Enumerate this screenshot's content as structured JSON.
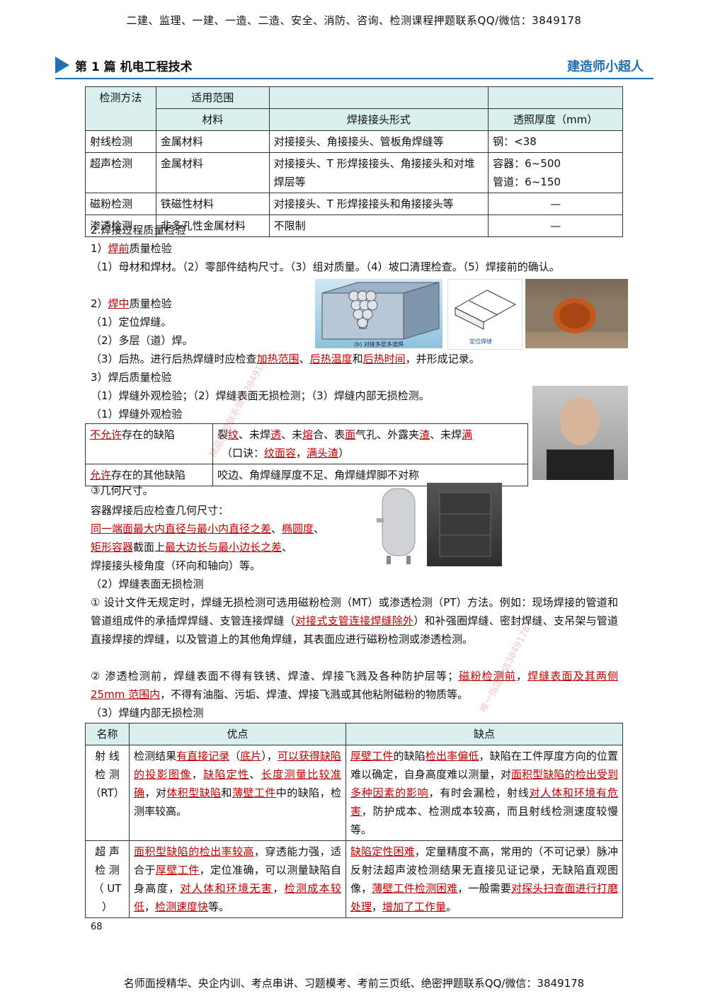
{
  "top_banner": "二建、监理、一建、一造、二造、安全、消防、咨询、检测课程押题联系QQ/微信：3849178",
  "header": {
    "part": "第 1 篇  机电工程技术",
    "brand": "建造师小超人"
  },
  "table1": {
    "h_method": "检测方法",
    "h_scope": "适用范围",
    "h_material": "材料",
    "h_joint": "焊接接头形式",
    "h_thickness": "透照厚度（mm）",
    "rows": [
      {
        "method": "射线检测",
        "material": "金属材料",
        "joint": "对接接头、角接接头、管板角焊缝等",
        "thickness": "钢：<38"
      },
      {
        "method": "超声检测",
        "material": "金属材料",
        "joint": "对接接头、T 形焊接接头、角接接头和对堆焊层等",
        "thickness": "容器：6~500",
        "thickness2": "管道：6~150"
      },
      {
        "method": "磁粉检测",
        "material": "铁磁性材料",
        "joint": "对接接头、T 形焊接接头和角接接头等",
        "thickness": "—"
      },
      {
        "method": "渗透检测",
        "material": "非多孔性金属材料",
        "joint": "不限制",
        "thickness": "—"
      }
    ]
  },
  "s2_title": "2.焊接过程质量检验",
  "s2_1": {
    "num": "1）",
    "u": "焊前",
    "rest": "质量检验"
  },
  "s2_1_body": "（1）母材和焊材。（2）零部件结构尺寸。（3）组对质量。（4）坡口清理检查。（5）焊接前的确认。",
  "s2_2": {
    "num": "2）",
    "u": "焊中",
    "rest": "质量检验"
  },
  "s2_2_a": "（1）定位焊缝。",
  "s2_2_b": "（2）多层（道）焊。",
  "s2_2_c": {
    "a": "（3）后热。进行后热焊缝时应检查",
    "u1": "加热范围",
    "s1": "、",
    "u2": "后热温度",
    "s2": "和",
    "u3": "后热时间",
    "b": "，并形成记录。"
  },
  "s2_3": "3）焊后质量检验",
  "s2_3_body": "（1）焊缝外观检验；（2）焊缝表面无损检测；（3）焊缝内部无损检测。",
  "s2_3_1": "（1）焊缝外观检验",
  "figure_caption_a": "(b) 对接多层多道焊",
  "figure_caption_b": "定位焊缝",
  "defect_table": {
    "r1_label_u": "不允许",
    "r1_label_rest": "存在的缺陷",
    "r1_content": [
      {
        "t": "裂"
      },
      {
        "t": "纹",
        "u": true
      },
      {
        "t": "、未焊"
      },
      {
        "t": "透",
        "u": true
      },
      {
        "t": "、未"
      },
      {
        "t": "熔",
        "u": true
      },
      {
        "t": "合、表"
      },
      {
        "t": "面",
        "u": true
      },
      {
        "t": "气孔、外露夹"
      },
      {
        "t": "渣",
        "u": true
      },
      {
        "t": "、未焊"
      },
      {
        "t": "满",
        "u": true
      }
    ],
    "r1_mnemonic": [
      {
        "t": "（口诀："
      },
      {
        "t": "纹面容",
        "u": true
      },
      {
        "t": "，"
      },
      {
        "t": "满头渣",
        "u": true
      },
      {
        "t": "）"
      }
    ],
    "r2_label_u": "允许",
    "r2_label_rest": "存在的其他缺陷",
    "r2_content": "咬边、角焊缝厚度不足、角焊缝焊脚不对称"
  },
  "geo_title": "③几何尺寸。",
  "geo_intro": "容器焊接后应检查几何尺寸：",
  "geo_l1": [
    {
      "t": "同一端面最大内直径与最小内直径之差",
      "u": true
    },
    {
      "t": "、"
    },
    {
      "t": "椭圆度",
      "u": true
    },
    {
      "t": "、"
    }
  ],
  "geo_l2": [
    {
      "t": "矩形容器",
      "u": true
    },
    {
      "t": "截面上"
    },
    {
      "t": "最大边长与最小边长之差",
      "u": true
    },
    {
      "t": "、"
    }
  ],
  "geo_l3": "焊接接头棱角度（环向和轴向）等。",
  "s_surface": "（2）焊缝表面无损检测",
  "surface_p1": [
    {
      "t": "①  设计文件无规定时，焊缝无损检测可选用磁粉检测（MT）或渗透检测（PT）方法。例如：现场焊接的管道和管道组成件的承插焊焊缝、支管连接焊缝（"
    },
    {
      "t": "对接式支管连接焊缝除外",
      "u": true
    },
    {
      "t": "）和补强圈焊缝、密封焊缝、支吊架与管道直接焊接的焊缝，以及管道上的其他角焊缝，其表面应进行磁粉检测或渗透检测。"
    }
  ],
  "surface_p2": [
    {
      "t": "②  渗透检测前，焊缝表面不得有铁锈、焊渣、焊接飞溅及各种防护层等；"
    },
    {
      "t": "磁粉检测前",
      "u": true
    },
    {
      "t": "，"
    },
    {
      "t": "焊缝表面及其两侧 25mm 范围内",
      "u": true
    },
    {
      "t": "，不得有油脂、污垢、焊渣、焊接飞溅或其他粘附磁粉的物质等。"
    }
  ],
  "s_internal": "（3）焊缝内部无损检测",
  "ndt_table": {
    "h_name": "名称",
    "h_pros": "优点",
    "h_cons": "缺点",
    "rt_name": "射  线 检  测 （RT）",
    "rt_pros": [
      {
        "t": "检测结果"
      },
      {
        "t": "有直接记录",
        "u": true
      },
      {
        "t": "（"
      },
      {
        "t": "底片",
        "u": true
      },
      {
        "t": "），"
      },
      {
        "t": "可以获得缺陷的投影图像",
        "u": true
      },
      {
        "t": "，"
      },
      {
        "t": "缺陷定性",
        "u": true
      },
      {
        "t": "、"
      },
      {
        "t": "长度测量比较准确",
        "u": true
      },
      {
        "t": "，对"
      },
      {
        "t": "体积型缺陷",
        "u": true
      },
      {
        "t": "和"
      },
      {
        "t": "薄壁工件",
        "u": true
      },
      {
        "t": "中的缺陷，检测率较高。"
      }
    ],
    "rt_cons": [
      {
        "t": "厚壁工件",
        "u": true
      },
      {
        "t": "的缺陷"
      },
      {
        "t": "检出率偏低",
        "u": true
      },
      {
        "t": "，缺陷在工件厚度方向的位置难以确定，自身高度难以测量，对"
      },
      {
        "t": "面积型缺陷的检出受到多种因素的影响",
        "u": true
      },
      {
        "t": "，有时会漏检，射线"
      },
      {
        "t": "对人体和环境有危害",
        "u": true
      },
      {
        "t": "，防护成本、检测成本较高，而且射线检测速度较慢等。"
      }
    ],
    "ut_name": "超  声 检  测 （ UT ）",
    "ut_pros": [
      {
        "t": "面积型缺陷的检出率较高",
        "u": true
      },
      {
        "t": "，穿透能力强，适合于"
      },
      {
        "t": "厚壁工件",
        "u": true
      },
      {
        "t": "，定位准确，可以测量缺陷自身高度，"
      },
      {
        "t": "对人体和环境无害",
        "u": true
      },
      {
        "t": "，"
      },
      {
        "t": "检测成本较低",
        "u": true
      },
      {
        "t": "，"
      },
      {
        "t": "检测速度快",
        "u": true
      },
      {
        "t": "等。"
      }
    ],
    "ut_cons": [
      {
        "t": "缺陷定性困难",
        "u": true
      },
      {
        "t": "，定量精度不高，常用的（不可记录）脉冲反射法超声波检测结果无直接见证记录，无缺陷直观图像，"
      },
      {
        "t": "薄壁工件检测困难",
        "u": true
      },
      {
        "t": "，一般需要"
      },
      {
        "t": "对探头扫查面进行打磨处理",
        "u": true
      },
      {
        "t": "，"
      },
      {
        "t": "增加了工作量",
        "u": true
      },
      {
        "t": "。"
      }
    ]
  },
  "page_number": "68",
  "bottom_banner": "名师面授精华、央企内训、考点串讲、习题模考、考前三页纸、绝密押题联系QQ/微信：3849178",
  "watermark_a": "精品押题联系微信3849178",
  "watermark_b": "唯一指定微信3849178"
}
